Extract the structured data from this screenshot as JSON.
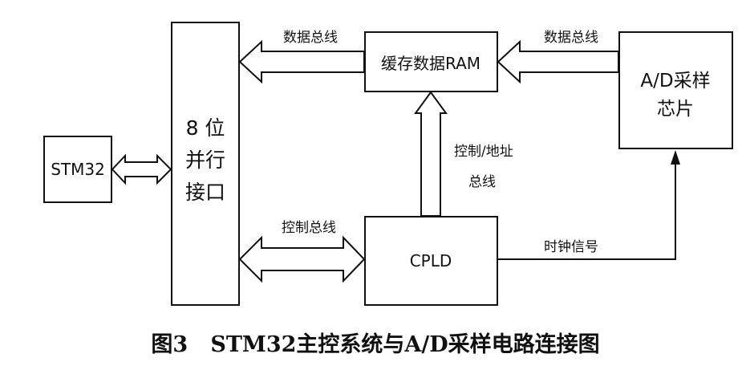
{
  "blocks": {
    "stm32": "STM32",
    "parallel_line1": "8 位",
    "parallel_line2": "并行",
    "parallel_line3": "接口",
    "ram": "缓存数据RAM",
    "adc_line1": "A/D采样",
    "adc_line2": "芯片",
    "cpld": "CPLD"
  },
  "buses": {
    "data_bus_left": "数据总线",
    "data_bus_right": "数据总线",
    "ctrl_addr_line1": "控制/地址",
    "ctrl_addr_line2": "总线",
    "control_bus": "控制总线",
    "clock_signal": "时钟信号"
  },
  "caption": "图3   STM32主控系统与A/D采样电路连接图"
}
